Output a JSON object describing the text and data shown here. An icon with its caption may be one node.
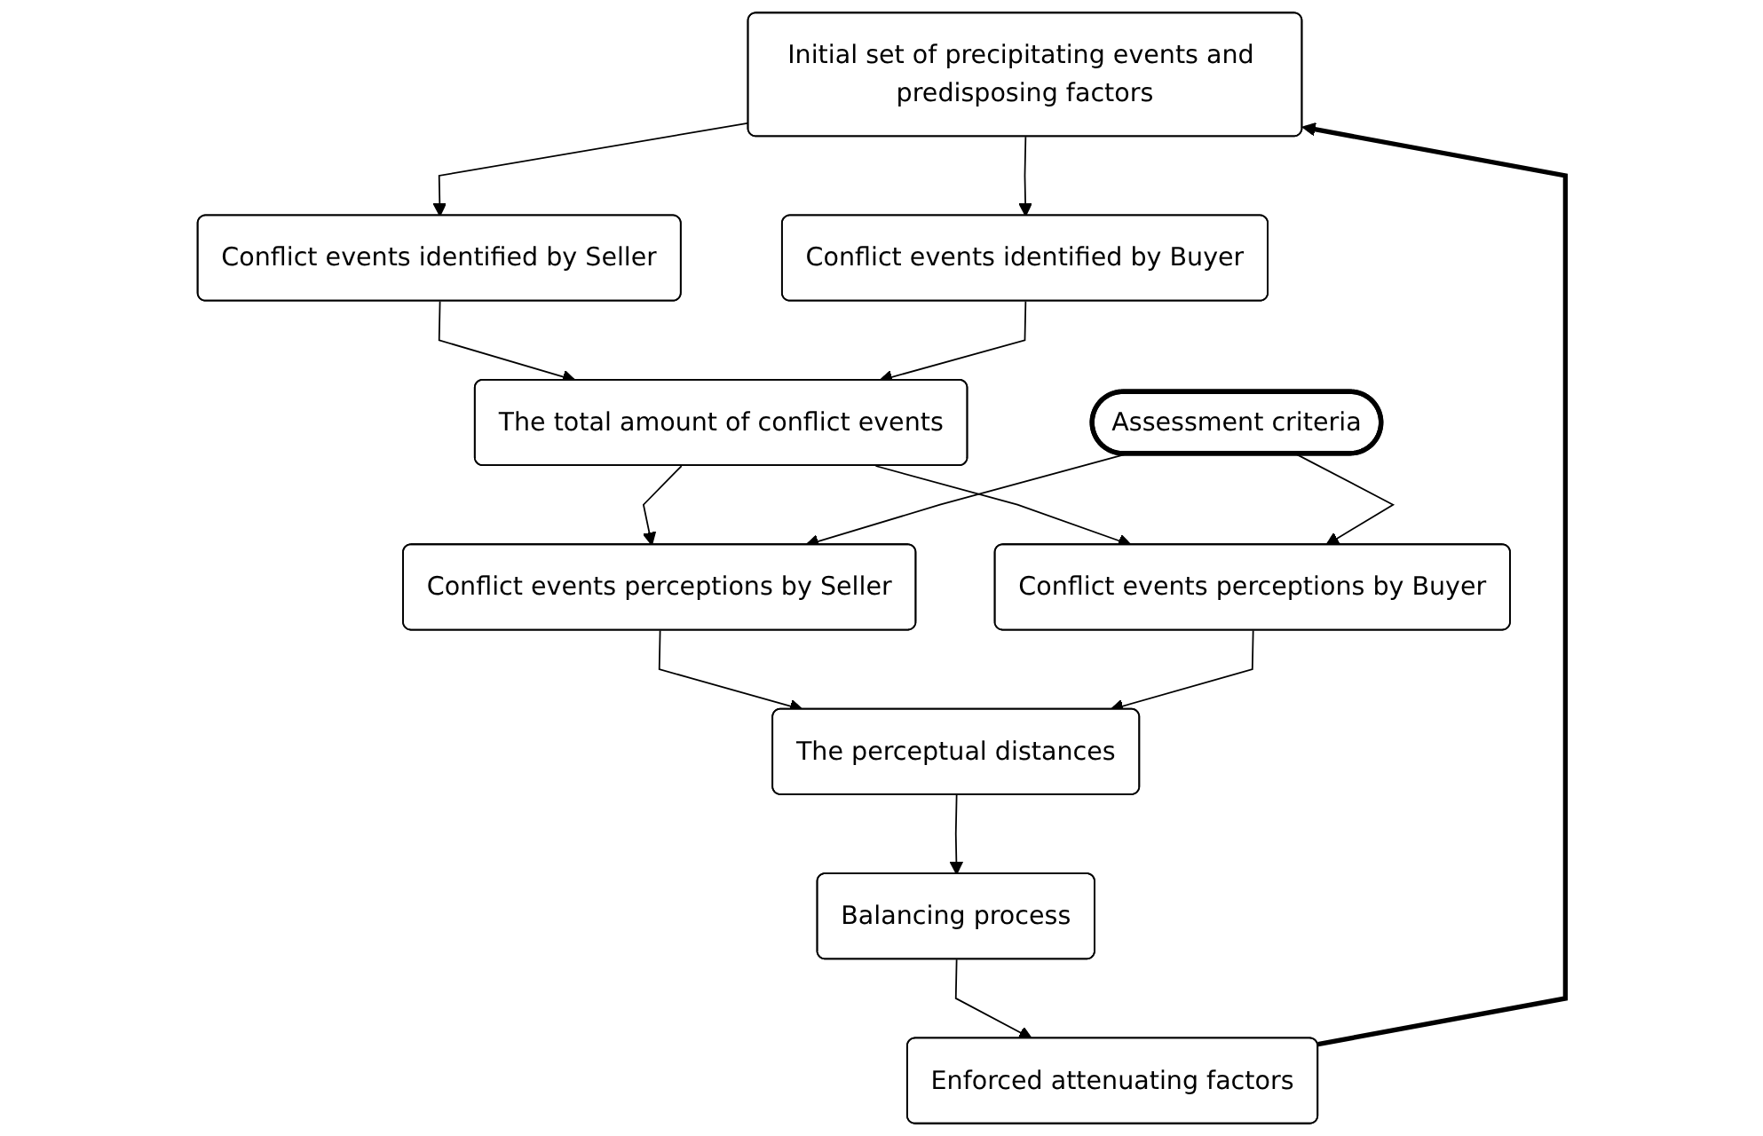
{
  "diagram": {
    "nodes": [
      {
        "text": [
          "Initial set of precipitating events and predisposing factors"
        ]
      },
      {
        "text": [
          "Conflict events identified by Seller"
        ]
      },
      {
        "text": [
          "Conflict events identified by Buyer"
        ]
      },
      {
        "text": [
          "The total amount of conflict events"
        ]
      },
      {
        "text": [
          "Conflict events perceptions by Seller"
        ]
      },
      {
        "text": [
          "Assessment criteria"
        ]
      },
      {
        "text": [
          "Conflict events perceptions by Buyer"
        ]
      },
      {
        "text": [
          "The perceptual distances"
        ]
      },
      {
        "text": [
          "Balancing process"
        ]
      },
      {
        "text": [
          "Enforced attenuating factors"
        ]
      }
    ],
    "edges": [
      {
        "from": 0,
        "to": 1,
        "arrow": "to"
      },
      {
        "from": 0,
        "to": 2,
        "arrow": "to"
      },
      {
        "from": 1,
        "to": 3,
        "arrow": "to"
      },
      {
        "from": 2,
        "to": 3,
        "arrow": "to"
      },
      {
        "from": 3,
        "to": 4,
        "arrow": "to"
      },
      {
        "from": 3,
        "to": 6,
        "arrow": "to"
      },
      {
        "from": 5,
        "to": 4,
        "arrow": "to"
      },
      {
        "from": 5,
        "to": 6,
        "arrow": "to"
      },
      {
        "from": 4,
        "to": 7,
        "arrow": "to"
      },
      {
        "from": 6,
        "to": 7,
        "arrow": "to"
      },
      {
        "from": 7,
        "to": 8,
        "arrow": "to"
      },
      {
        "from": 8,
        "to": 9,
        "arrow": "to"
      },
      {
        "from": 9,
        "to": 0,
        "arrow": "to",
        "style": "thick"
      }
    ]
  }
}
